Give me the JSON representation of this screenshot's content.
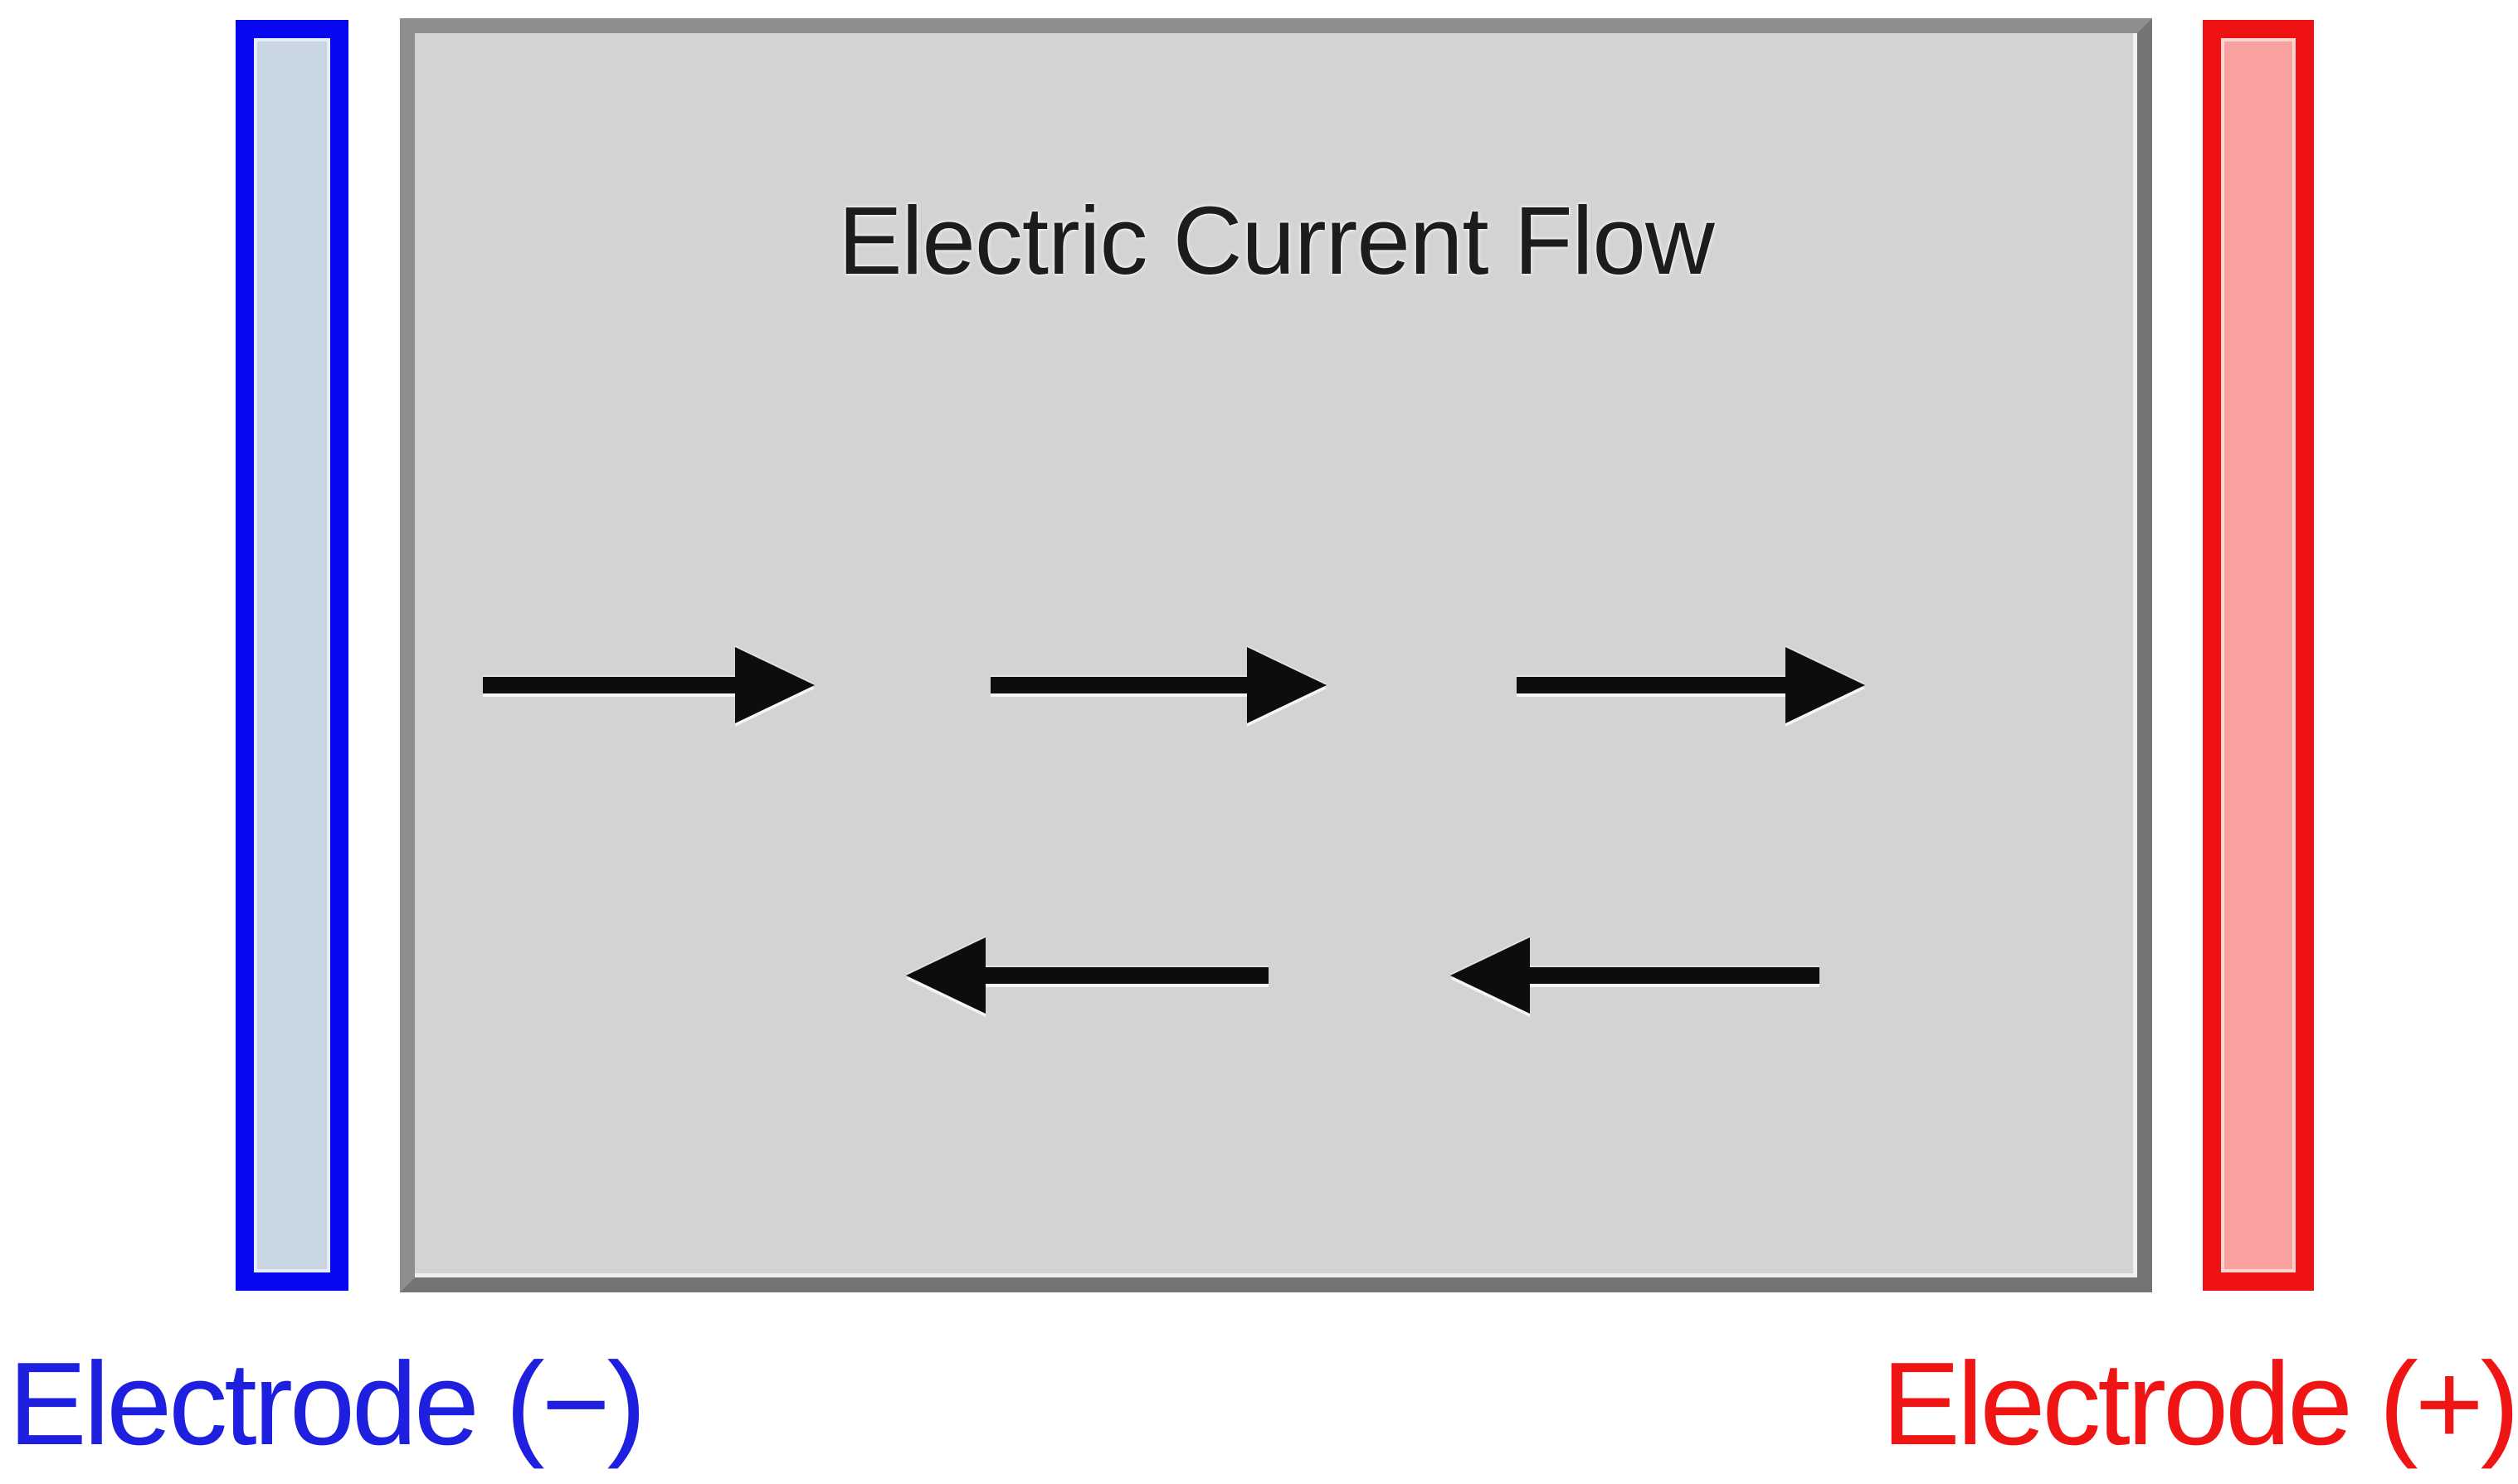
{
  "colors": {
    "background": "#ffffff",
    "chamber_fill": "#d3d3d3",
    "chamber_border_light": "#8e8e8e",
    "chamber_border_dark": "#747474",
    "negative_border": "#0808f0",
    "negative_fill": "#c7d6e2",
    "negative_label": "#1f1fe0",
    "positive_border": "#ee1212",
    "positive_fill": "#f9a0a0",
    "positive_label": "#f01515",
    "arrow": "#0d0d0d",
    "title": "#1c1c1c"
  },
  "diagram": {
    "title": "Electric Current Flow",
    "electrodes": [
      {
        "id": "negative",
        "polarity": "−",
        "label": "Electrode (−)",
        "side": "left"
      },
      {
        "id": "positive",
        "polarity": "+",
        "label": "Electrode (+)",
        "side": "right"
      }
    ],
    "arrow_rows": [
      {
        "position": "top",
        "direction": "right",
        "count": 3
      },
      {
        "position": "bottom",
        "direction": "left",
        "count": 2
      }
    ]
  }
}
